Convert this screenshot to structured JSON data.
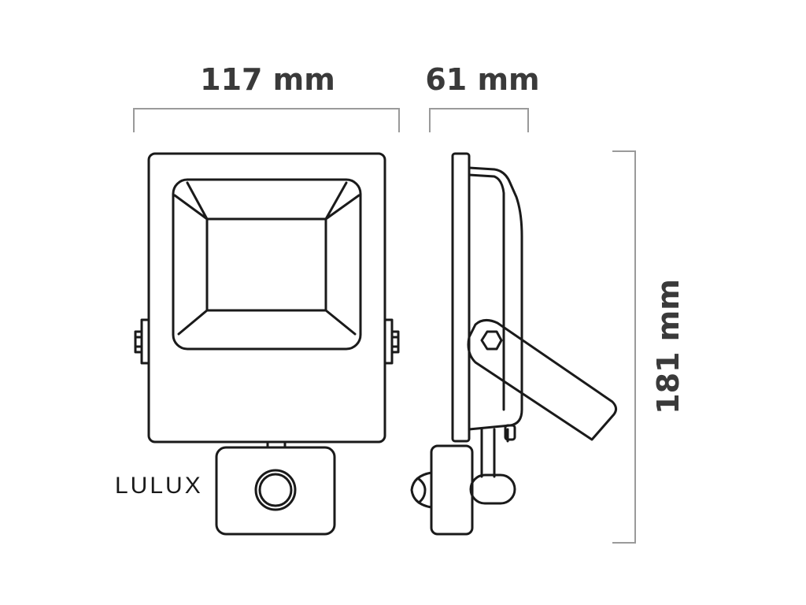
{
  "dimensions": {
    "width": "117 mm",
    "depth": "61 mm",
    "height": "181 mm"
  },
  "brand": "LULUX",
  "colors": {
    "outline": "#1a1a1a",
    "dimension_line": "#9a9a9a",
    "dimension_text": "#3a3a3a"
  }
}
